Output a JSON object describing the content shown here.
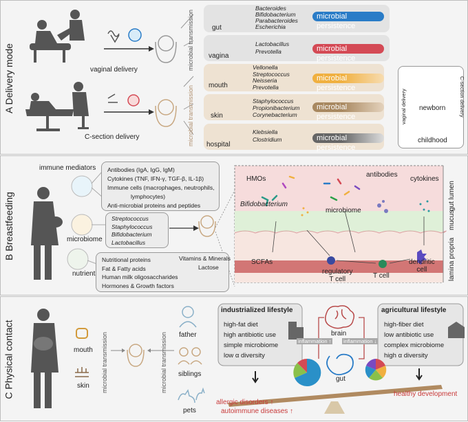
{
  "panel_a": {
    "label": "A  Delivery mode",
    "vaginal_delivery": "vaginal delivery",
    "c_section_delivery": "C-section delivery",
    "microbial_transmission": "microbial transmission",
    "rows": [
      {
        "site": "gut",
        "bacteria": [
          "Bacteroides",
          "Bifidobacterium",
          "Parabacteroides",
          "Escherichia"
        ],
        "bar": "microbial persistence",
        "color": "#2a7cc7"
      },
      {
        "site": "vagina",
        "bacteria": [
          "Lactobacillus",
          "Prevotella"
        ],
        "bar": "microbial persistence",
        "color": "#d44a55"
      },
      {
        "site": "mouth",
        "bacteria": [
          "Vellonella",
          "Streptococcus",
          "Neisseria",
          "Prevotella"
        ],
        "bar": "microbial persistence",
        "color": "#f0b040"
      },
      {
        "site": "skin",
        "bacteria": [
          "Staphylococcus",
          "Propionibacterium",
          "Corynebacterium"
        ],
        "bar": "microbial persistence",
        "color": "#b08a60"
      },
      {
        "site": "hospital",
        "bacteria": [
          "Klebsiella",
          "Clostridium"
        ],
        "bar": "microbial persistence",
        "color": "#777777"
      }
    ],
    "inset": {
      "newborn": "newborn",
      "childhood": "childhood",
      "vaginal_delivery": "vaginal delivery",
      "c_section_delivery": "C-section delivery"
    }
  },
  "panel_b": {
    "label": "B  Breastfeeding",
    "immune_mediators": "immune mediators",
    "microbiome": "microbiome",
    "nutrients": "nutrients",
    "immune_box": [
      "Antibodies (IgA, IgG, IgM)",
      "Cytokines (TNF, IFN-γ, TGF-β, IL-1β)",
      "Immune cells (macrophages, neutrophils,",
      "lymphocytes)",
      "Anti-microbial proteins and peptides"
    ],
    "microbiome_box": [
      "Streptococcus",
      "Staphylococcus",
      "Bifidobacterium",
      "Lactobacillus"
    ],
    "nutrients_box": {
      "left": [
        "Nutritional proteins",
        "Fat & Fatty acids",
        "Human milk oligosaccharides",
        "Hormones & Growth factors"
      ],
      "right": [
        "Vitamins & Minerals",
        "Lactose"
      ]
    },
    "gut": {
      "hmos": "HMOs",
      "bifidobacterium": "Bifidobacterium",
      "microbiome": "microbiome",
      "antibodies": "antibodies",
      "cytokines": "cytokines",
      "scfas": "SCFAs",
      "regulatory_t_cell": "regulatory\nT cell",
      "t_cell": "T cell",
      "dendritic_cell": "dendritic\ncell",
      "gut_lumen": "gut lumen",
      "mucus": "mucus",
      "lamina_propria": "lamina propria"
    }
  },
  "panel_c": {
    "label": "C  Physical contact",
    "mouth": "mouth",
    "skin": "skin",
    "microbial_transmission": "microbial transmission",
    "father": "father",
    "siblings": "siblings",
    "pets": "pets",
    "industrialized": {
      "title": "industrialized lifestyle",
      "items": [
        "high-fat diet",
        "high antibiotic use",
        "simple microbiome",
        "low α diversity"
      ]
    },
    "agricultural": {
      "title": "agricultural lifestyle",
      "items": [
        "high-fiber diet",
        "low antibiotic use",
        "complex microbiome",
        "high α diversity"
      ]
    },
    "brain": "brain",
    "gut": "gut",
    "inflammation_up": "inflammation ↑",
    "inflammation_down": "inflammation ↓",
    "allergic": "allergic disorders ↑",
    "autoimmune": "autoimmune diseases ↑",
    "healthy": "healthy development"
  }
}
